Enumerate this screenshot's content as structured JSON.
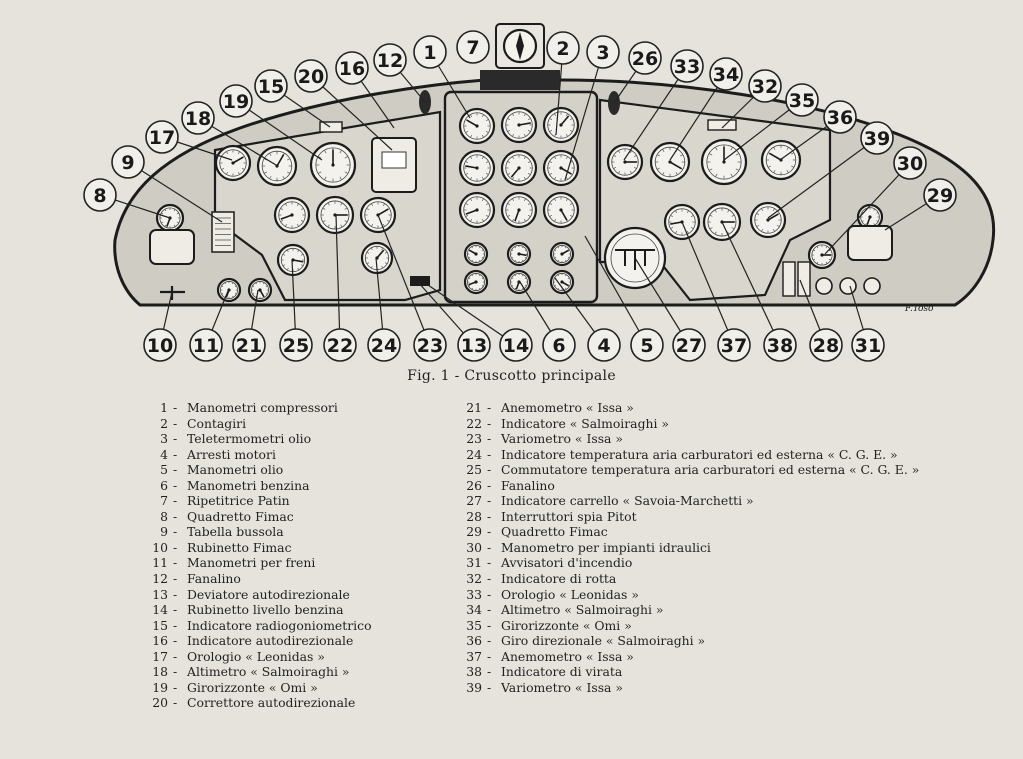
{
  "figure": {
    "caption": "Fig. 1 - Cruscotto principale",
    "artist_signature": "F.Toso"
  },
  "callouts": [
    {
      "n": "1"
    },
    {
      "n": "2"
    },
    {
      "n": "3"
    },
    {
      "n": "4"
    },
    {
      "n": "5"
    },
    {
      "n": "6"
    },
    {
      "n": "7"
    },
    {
      "n": "8"
    },
    {
      "n": "9"
    },
    {
      "n": "10"
    },
    {
      "n": "11"
    },
    {
      "n": "12"
    },
    {
      "n": "13"
    },
    {
      "n": "14"
    },
    {
      "n": "15"
    },
    {
      "n": "16"
    },
    {
      "n": "17"
    },
    {
      "n": "18"
    },
    {
      "n": "19"
    },
    {
      "n": "20"
    },
    {
      "n": "21"
    },
    {
      "n": "22"
    },
    {
      "n": "23"
    },
    {
      "n": "24"
    },
    {
      "n": "25"
    },
    {
      "n": "26"
    },
    {
      "n": "27"
    },
    {
      "n": "28"
    },
    {
      "n": "29"
    },
    {
      "n": "30"
    },
    {
      "n": "31"
    },
    {
      "n": "32"
    },
    {
      "n": "33"
    },
    {
      "n": "34"
    },
    {
      "n": "35"
    },
    {
      "n": "36"
    },
    {
      "n": "37"
    },
    {
      "n": "38"
    },
    {
      "n": "39"
    }
  ],
  "legend": [
    {
      "num": "1",
      "label": "Manometri compressori"
    },
    {
      "num": "2",
      "label": "Contagiri"
    },
    {
      "num": "3",
      "label": "Teletermometri olio"
    },
    {
      "num": "4",
      "label": "Arresti motori"
    },
    {
      "num": "5",
      "label": "Manometri olio"
    },
    {
      "num": "6",
      "label": "Manometri benzina"
    },
    {
      "num": "7",
      "label": "Ripetitrice Patin"
    },
    {
      "num": "8",
      "label": "Quadretto Fimac"
    },
    {
      "num": "9",
      "label": "Tabella bussola"
    },
    {
      "num": "10",
      "label": "Rubinetto Fimac"
    },
    {
      "num": "11",
      "label": "Manometri per freni"
    },
    {
      "num": "12",
      "label": "Fanalino"
    },
    {
      "num": "13",
      "label": "Deviatore autodirezionale"
    },
    {
      "num": "14",
      "label": "Rubinetto livello benzina"
    },
    {
      "num": "15",
      "label": "Indicatore radiogoniometrico"
    },
    {
      "num": "16",
      "label": "Indicatore autodirezionale"
    },
    {
      "num": "17",
      "label": "Orologio « Leonidas »"
    },
    {
      "num": "18",
      "label": "Altimetro « Salmoiraghi »"
    },
    {
      "num": "19",
      "label": "Girorizzonte « Omi »"
    },
    {
      "num": "20",
      "label": "Correttore autodirezionale"
    },
    {
      "num": "21",
      "label": "Anemometro « Issa »"
    },
    {
      "num": "22",
      "label": "Indicatore « Salmoiraghi »"
    },
    {
      "num": "23",
      "label": "Variometro « Issa »"
    },
    {
      "num": "24",
      "label": "Indicatore temperatura aria carburatori ed esterna « C. G. E. »"
    },
    {
      "num": "25",
      "label": "Commutatore temperatura aria carburatori ed esterna « C. G. E. »"
    },
    {
      "num": "26",
      "label": "Fanalino"
    },
    {
      "num": "27",
      "label": "Indicatore carrello « Savoia-Marchetti »"
    },
    {
      "num": "28",
      "label": "Interruttori spia Pitot"
    },
    {
      "num": "29",
      "label": "Quadretto Fimac"
    },
    {
      "num": "30",
      "label": "Manometro per impianti idraulici"
    },
    {
      "num": "31",
      "label": "Avvisatori d'incendio"
    },
    {
      "num": "32",
      "label": "Indicatore di rotta"
    },
    {
      "num": "33",
      "label": "Orologio « Leonidas »"
    },
    {
      "num": "34",
      "label": "Altimetro « Salmoiraghi »"
    },
    {
      "num": "35",
      "label": "Girorizzonte « Omi »"
    },
    {
      "num": "36",
      "label": "Giro direzionale « Salmoiraghi »"
    },
    {
      "num": "37",
      "label": "Anemometro « Issa »"
    },
    {
      "num": "38",
      "label": "Indicatore di virata"
    },
    {
      "num": "39",
      "label": "Variometro « Issa »"
    }
  ]
}
